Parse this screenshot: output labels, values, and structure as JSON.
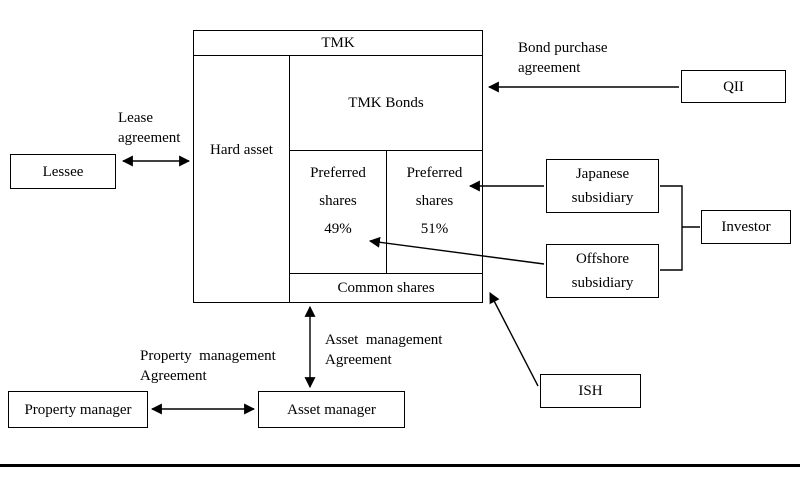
{
  "tmk": {
    "header": "TMK",
    "hard_asset": "Hard asset",
    "bonds": "TMK Bonds",
    "preferred_left": "Preferred\nshares\n49%",
    "preferred_right": "Preferred\nshares\n51%",
    "common_shares": "Common shares"
  },
  "boxes": {
    "lessee": "Lessee",
    "qii": "QII",
    "japanese_subsidiary": "Japanese\nsubsidiary",
    "investor": "Investor",
    "offshore_subsidiary": "Offshore\nsubsidiary",
    "ish": "ISH",
    "asset_manager": "Asset manager",
    "property_manager": "Property manager"
  },
  "labels": {
    "lease_agreement": "Lease\nagreement",
    "bond_purchase_agreement": "Bond purchase\nagreement",
    "asset_management_agreement": "Asset  management\nAgreement",
    "property_management_agreement": "Property  management\nAgreement"
  },
  "colors": {
    "line": "#000000",
    "background": "#ffffff"
  }
}
